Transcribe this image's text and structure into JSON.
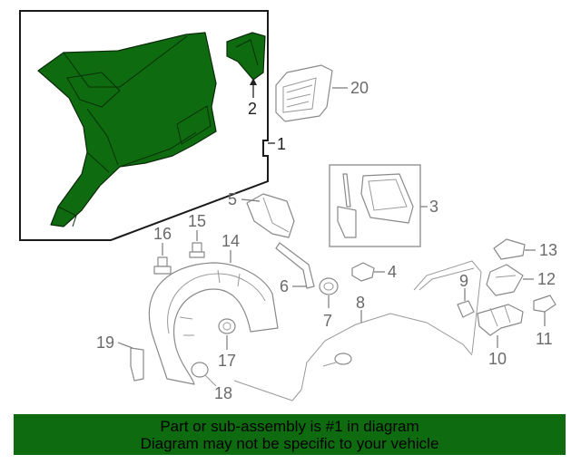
{
  "callouts": [
    {
      "id": "c1",
      "label": "1",
      "highlighted": true
    },
    {
      "id": "c2",
      "label": "2",
      "highlighted": true
    },
    {
      "id": "c3",
      "label": "3",
      "highlighted": false
    },
    {
      "id": "c4",
      "label": "4",
      "highlighted": false
    },
    {
      "id": "c5",
      "label": "5",
      "highlighted": false
    },
    {
      "id": "c6",
      "label": "6",
      "highlighted": false
    },
    {
      "id": "c7",
      "label": "7",
      "highlighted": false
    },
    {
      "id": "c8",
      "label": "8",
      "highlighted": false
    },
    {
      "id": "c9",
      "label": "9",
      "highlighted": false
    },
    {
      "id": "c10",
      "label": "10",
      "highlighted": false
    },
    {
      "id": "c11",
      "label": "11",
      "highlighted": false
    },
    {
      "id": "c12",
      "label": "12",
      "highlighted": false
    },
    {
      "id": "c13",
      "label": "13",
      "highlighted": false
    },
    {
      "id": "c14",
      "label": "14",
      "highlighted": false
    },
    {
      "id": "c15",
      "label": "15",
      "highlighted": false
    },
    {
      "id": "c16",
      "label": "16",
      "highlighted": false
    },
    {
      "id": "c17",
      "label": "17",
      "highlighted": false
    },
    {
      "id": "c18",
      "label": "18",
      "highlighted": false
    },
    {
      "id": "c19",
      "label": "19",
      "highlighted": false
    },
    {
      "id": "c20",
      "label": "20",
      "highlighted": false
    }
  ],
  "banner": {
    "line1": "Part or sub-assembly is #1 in diagram",
    "line2": "Diagram may not be specific to your vehicle"
  },
  "colors": {
    "highlight": "#0f6b0f",
    "line": "#8a8a8a",
    "label": "#6a6a6a"
  }
}
